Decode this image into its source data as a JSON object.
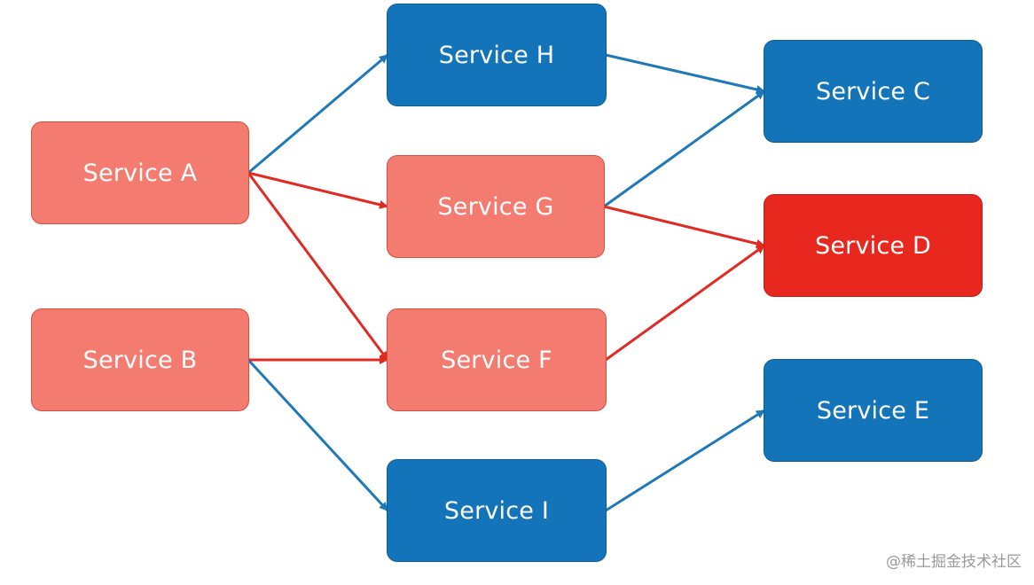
{
  "nodes": {
    "A": {
      "label": "Service A",
      "state": "failing-upstream"
    },
    "B": {
      "label": "Service B",
      "state": "failing-upstream"
    },
    "H": {
      "label": "Service H",
      "state": "healthy"
    },
    "G": {
      "label": "Service G",
      "state": "failing-upstream"
    },
    "F": {
      "label": "Service F",
      "state": "failing-upstream"
    },
    "I": {
      "label": "Service I",
      "state": "healthy"
    },
    "C": {
      "label": "Service C",
      "state": "healthy"
    },
    "D": {
      "label": "Service D",
      "state": "failed"
    },
    "E": {
      "label": "Service E",
      "state": "healthy"
    }
  },
  "edges": [
    {
      "from": "A",
      "to": "H",
      "state": "healthy"
    },
    {
      "from": "A",
      "to": "G",
      "state": "failing"
    },
    {
      "from": "A",
      "to": "F",
      "state": "failing"
    },
    {
      "from": "B",
      "to": "F",
      "state": "failing"
    },
    {
      "from": "B",
      "to": "I",
      "state": "healthy"
    },
    {
      "from": "H",
      "to": "C",
      "state": "healthy"
    },
    {
      "from": "G",
      "to": "C",
      "state": "healthy"
    },
    {
      "from": "G",
      "to": "D",
      "state": "failing"
    },
    {
      "from": "F",
      "to": "D",
      "state": "failing"
    },
    {
      "from": "I",
      "to": "E",
      "state": "healthy"
    }
  ],
  "colors": {
    "failing_node": "#f47b6f",
    "healthy_node": "#1474b9",
    "failed_node": "#e8281f",
    "healthy_edge": "#1f78b8",
    "failing_edge": "#e02a22"
  },
  "watermark": "@稀土掘金技术社区"
}
